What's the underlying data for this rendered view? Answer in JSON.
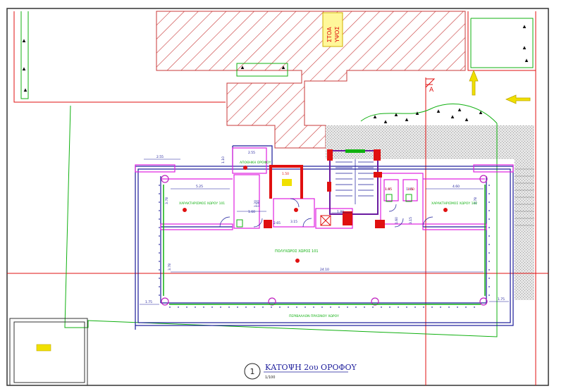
{
  "drawing": {
    "title": "ΚΑΤΟΨΗ 2ου ΟΡΟΦΟΥ",
    "scale": "1/100",
    "view_number": "1",
    "section_marker": "A"
  },
  "labels": {
    "stoa_1": "ΣΤΟΑ",
    "stoa_2": "ΥΨΟΣ",
    "office_left": "ΧΑΡΑΚΤΗΡΙΣΜΟΣ ΧΩΡΟΥ 101",
    "office_right": "ΧΑΡΑΚΤΗΡΙΣΜΟΣ ΧΩΡΟΥ 102",
    "main_space": "ΠΟΛΥΧΩΡΟΣ ΧΩΡΟΣ 101",
    "bottom_note": "ΠΕΡΙΒΑΛΛΟΝ ΠΡΑΣΙΝΟΥ ΧΩΡΟΥ",
    "small_room": "ΑΠΟΘΗΚΗ ΟΡΟΦΟΥ"
  },
  "dimensions": {
    "d1": "2.55",
    "d2": "5.25",
    "d3": "3.78",
    "d4": "2.55",
    "d5": "1.60",
    "d6": "1.80",
    "d7": "3.78",
    "d8": "1.80",
    "d9": "4.60",
    "d10": "3.15",
    "d11": "1.65",
    "d12": "1.65",
    "d13": "1.60",
    "d14": "3.78",
    "d15": "24.10",
    "d16": "1.75",
    "d17": "1.75",
    "d18": "1.20",
    "d19": "1.10",
    "d20": "2.65",
    "d21": "3.15",
    "d22": "1.50",
    "d23": "1.95",
    "d24": "1.60",
    "d25": "3.75"
  },
  "colors": {
    "wall_blue": "#1a1a9a",
    "magenta": "#e020e0",
    "red": "#e01010",
    "green": "#10b010",
    "yellow": "#f0e000",
    "hatch": "#c83838",
    "gray_hatch": "#9a9a9a"
  }
}
